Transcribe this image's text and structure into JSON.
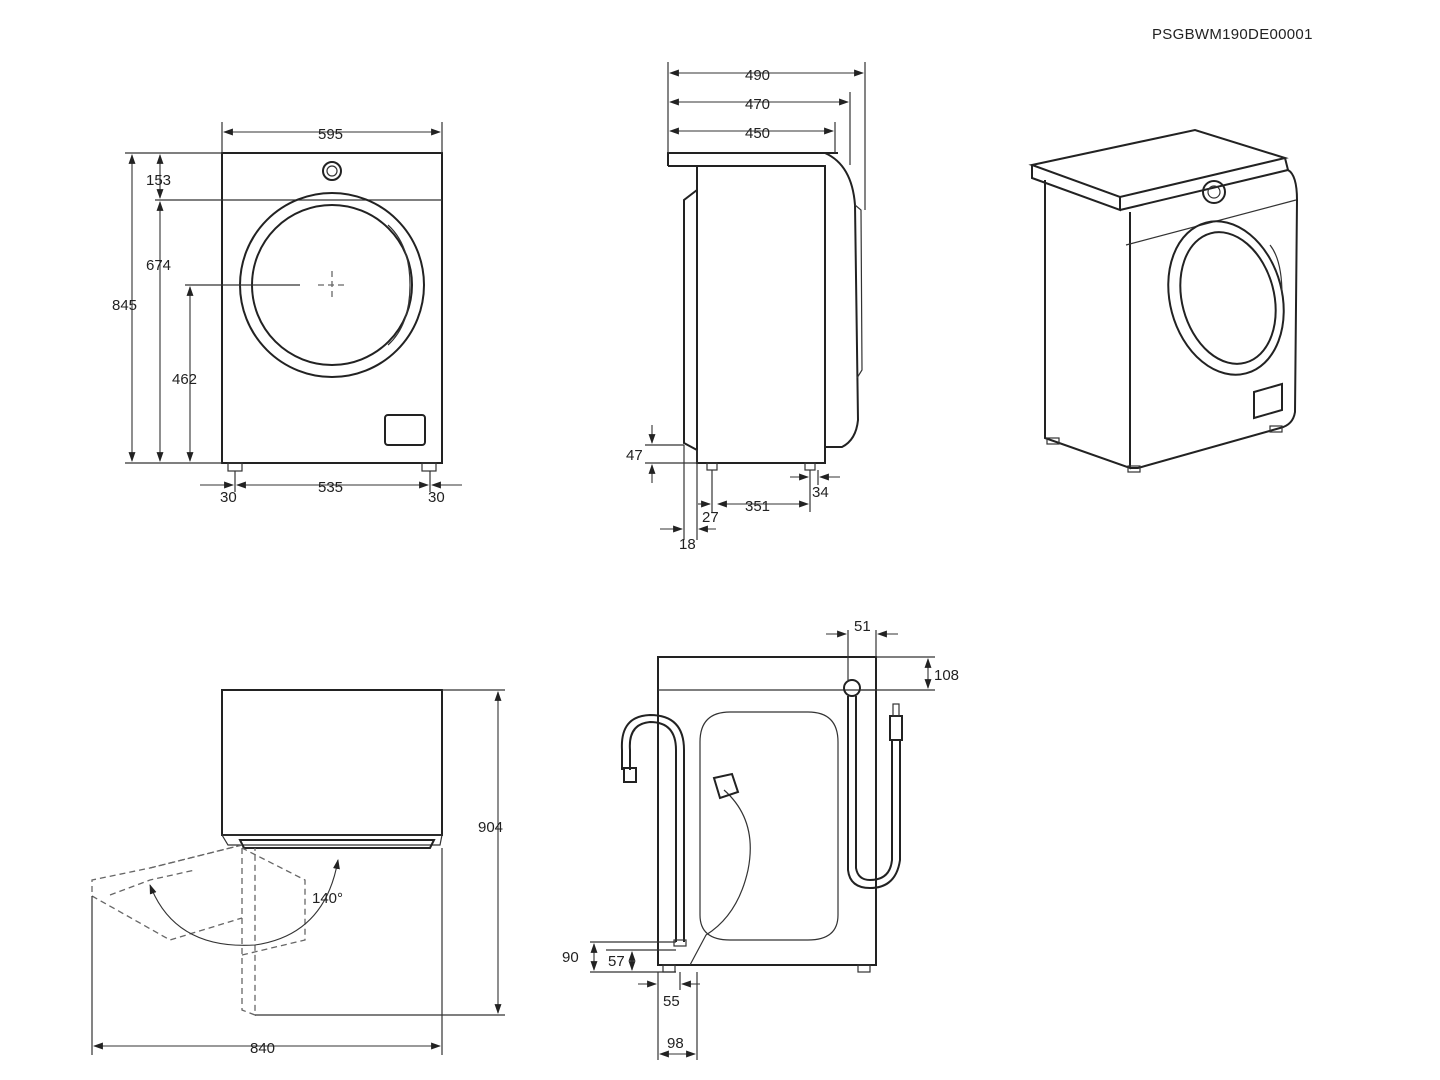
{
  "drawing_code": "PSGBWM190DE00001",
  "front_view": {
    "width": "595",
    "top_panel": "153",
    "door_center": "674",
    "total_height": "845",
    "door_height": "462",
    "foot_left": "30",
    "foot_span": "535",
    "foot_right": "30"
  },
  "side_view": {
    "depth_total": "490",
    "depth_door": "470",
    "depth_body": "450",
    "feet_height": "47",
    "rear_offset": "18",
    "foot_rear": "27",
    "foot_span": "351",
    "front_foot": "34"
  },
  "top_view": {
    "door_depth": "840",
    "door_angle": "140°",
    "height": "904"
  },
  "back_view": {
    "hose_offset": "51",
    "hose_top": "108",
    "drain_height": "90",
    "drain_foot": "57",
    "drain_left": "55",
    "drain_width": "98"
  }
}
